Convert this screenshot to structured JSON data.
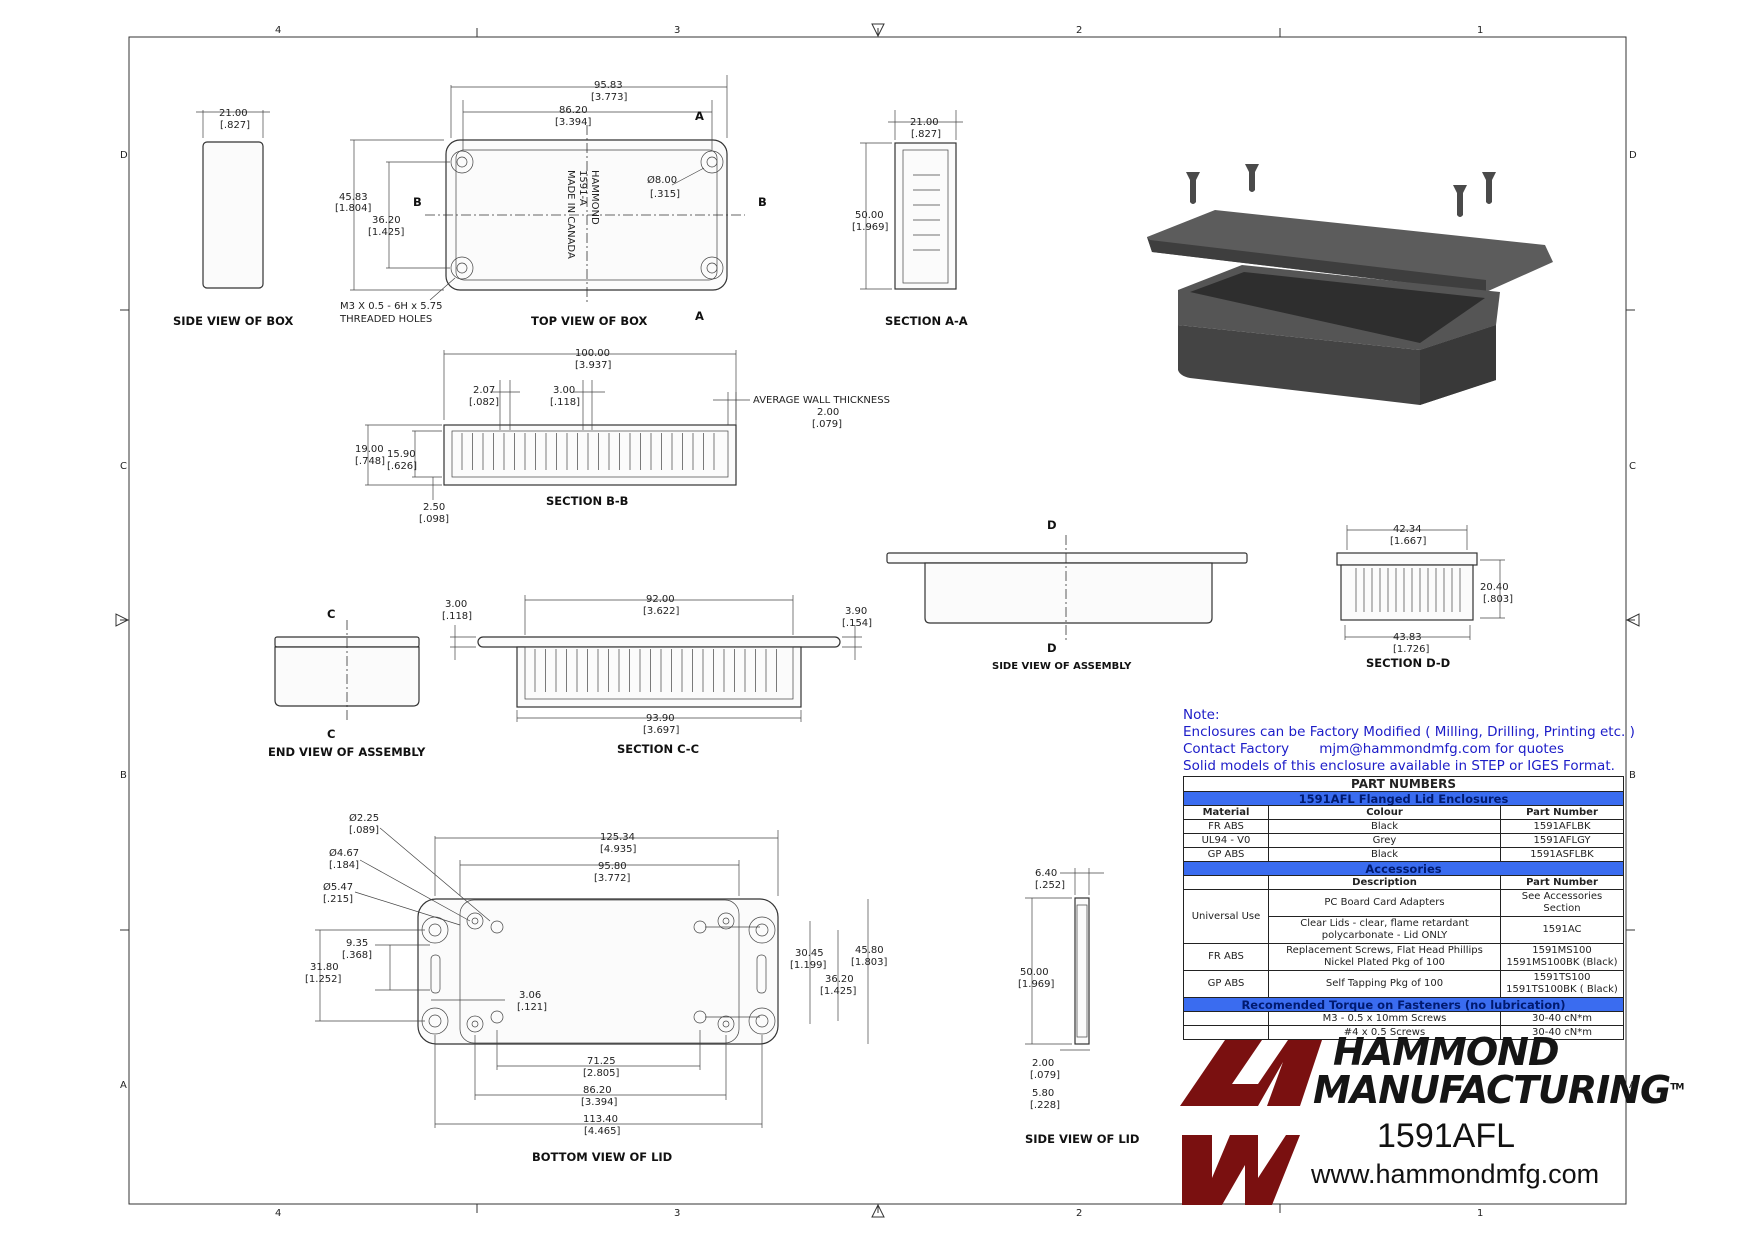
{
  "border": {
    "col_top": [
      "4",
      "3",
      "2",
      "1"
    ],
    "col_bottom": [
      "4",
      "3",
      "2",
      "1"
    ],
    "row_left": [
      "D",
      "C",
      "B",
      "A"
    ],
    "row_right": [
      "D",
      "C",
      "B",
      "A"
    ]
  },
  "views": {
    "side_box": "SIDE VIEW OF BOX",
    "top_box": "TOP VIEW OF BOX",
    "section_aa": "SECTION  A-A",
    "section_bb": "SECTION  B-B",
    "side_assembly": "SIDE VIEW OF ASSEMBLY",
    "section_dd": "SECTION  D-D",
    "end_assembly": "END VIEW OF ASSEMBLY",
    "section_cc": "SECTION  C-C",
    "bottom_lid": "BOTTOM VIEW OF LID",
    "side_lid": "SIDE VIEW OF LID"
  },
  "dims": {
    "side_box_w": [
      "21.00",
      "[.827]"
    ],
    "top_overall": [
      "95.83",
      "[3.773]"
    ],
    "top_holes": [
      "86.20",
      "[3.394]"
    ],
    "top_height": [
      "45.83",
      "[1.804]"
    ],
    "top_holes_h": [
      "36.20",
      "[1.425]"
    ],
    "top_dia": [
      "Ø8.00",
      "[.315]"
    ],
    "threaded": [
      "M3 X 0.5 - 6H x 5.75",
      "THREADED HOLES"
    ],
    "aa_w": [
      "21.00",
      "[.827]"
    ],
    "aa_h": [
      "50.00",
      "[1.969]"
    ],
    "bb_len": [
      "100.00",
      "[3.937]"
    ],
    "bb_rib": [
      "2.07",
      "[.082]"
    ],
    "bb_gap": [
      "3.00",
      "[.118]"
    ],
    "bb_wall": [
      "AVERAGE  WALL THICKNESS",
      "2.00",
      "[.079]"
    ],
    "bb_h": [
      "19.00",
      "[.748]"
    ],
    "bb_inner": [
      "15.90",
      "[.626]"
    ],
    "bb_floor": [
      "2.50",
      "[.098]"
    ],
    "dd_top": [
      "42.34",
      "[1.667]"
    ],
    "dd_h": [
      "20.40",
      "[.803]"
    ],
    "dd_bot": [
      "43.83",
      "[1.726]"
    ],
    "cc_flange": [
      "3.00",
      "[.118]"
    ],
    "cc_top": [
      "92.00",
      "[3.622]"
    ],
    "cc_right": [
      "3.90",
      "[.154]"
    ],
    "cc_bot": [
      "93.90",
      "[3.697]"
    ],
    "lid_d1": [
      "Ø2.25",
      "[.089]"
    ],
    "lid_d2": [
      "Ø4.67",
      "[.184]"
    ],
    "lid_d3": [
      "Ø5.47",
      "[.215]"
    ],
    "lid_overall": [
      "125.34",
      "[4.935]"
    ],
    "lid_holes": [
      "95.80",
      "[3.772]"
    ],
    "lid_935": [
      "9.35",
      "[.368]"
    ],
    "lid_3180": [
      "31.80",
      "[1.252]"
    ],
    "lid_306": [
      "3.06",
      "[.121]"
    ],
    "lid_3045": [
      "30.45",
      "[1.199]"
    ],
    "lid_3620": [
      "36.20",
      "[1.425]"
    ],
    "lid_4580": [
      "45.80",
      "[1.803]"
    ],
    "lid_7125": [
      "71.25",
      "[2.805]"
    ],
    "lid_8620": [
      "86.20",
      "[3.394]"
    ],
    "lid_11340": [
      "113.40",
      "[4.465]"
    ],
    "sl_640": [
      "6.40",
      "[.252]"
    ],
    "sl_5000": [
      "50.00",
      "[1.969]"
    ],
    "sl_200": [
      "2.00",
      "[.079]"
    ],
    "sl_580": [
      "5.80",
      "[.228]"
    ]
  },
  "labels": {
    "A": "A",
    "B": "B",
    "C": "C",
    "D": "D"
  },
  "emboss": [
    "HAMMOND",
    "1591-A",
    "MADE IN CANADA"
  ],
  "note": {
    "title": "Note:",
    "line1": "Enclosures can be Factory Modified ( Milling, Drilling, Printing etc. )",
    "line2a": "Contact Factory",
    "line2b": "mjm@hammondmfg.com for quotes",
    "line3": "Solid models of this enclosure available in STEP or IGES Format."
  },
  "table": {
    "title": "PART NUMBERS",
    "band1": "1591AFL Flanged Lid Enclosures",
    "h_material": "Material",
    "h_colour": "Colour",
    "h_part": "Part Number",
    "r1_mat": "FR ABS",
    "r1_col": "Black",
    "r1_pn": "1591AFLBK",
    "r2_mat": "UL94 - V0",
    "r2_col": "Grey",
    "r2_pn": "1591AFLGY",
    "r3_mat": "GP ABS",
    "r3_col": "Black",
    "r3_pn": "1591ASFLBK",
    "band2": "Accessories",
    "h_desc": "Description",
    "h_pn2": "Part Number",
    "universal": "Universal Use",
    "a1_desc": "PC Board Card Adapters",
    "a1_pn1": "See Accessories",
    "a1_pn2": "Section",
    "a2_desc1": "Clear Lids - clear, flame retardant",
    "a2_desc2": "polycarbonate - Lid ONLY",
    "a2_pn": "1591AC",
    "fr": "FR ABS",
    "a3_desc1": "Replacement Screws, Flat Head Phillips",
    "a3_desc2": "Nickel Plated Pkg of 100",
    "a3_pn1": "1591MS100",
    "a3_pn2": "1591MS100BK (Black)",
    "gp": "GP ABS",
    "a4_desc": "Self Tapping Pkg of 100",
    "a4_pn1": "1591TS100",
    "a4_pn2": "1591TS100BK ( Black)",
    "band3": "Recomended Torque on Fasteners (no lubrication)",
    "t1_desc": "M3 - 0.5 x 10mm Screws",
    "t1_val": "30-40 cN*m",
    "t2_desc": "#4 x 0.5 Screws",
    "t2_val": "30-40 cN*m"
  },
  "brand": {
    "name1": "HAMMOND",
    "name2": "MANUFACTURING",
    "tm": "TM",
    "model": "1591AFL",
    "website": "www.hammondmfg.com",
    "logo_color": "#7a1010"
  }
}
